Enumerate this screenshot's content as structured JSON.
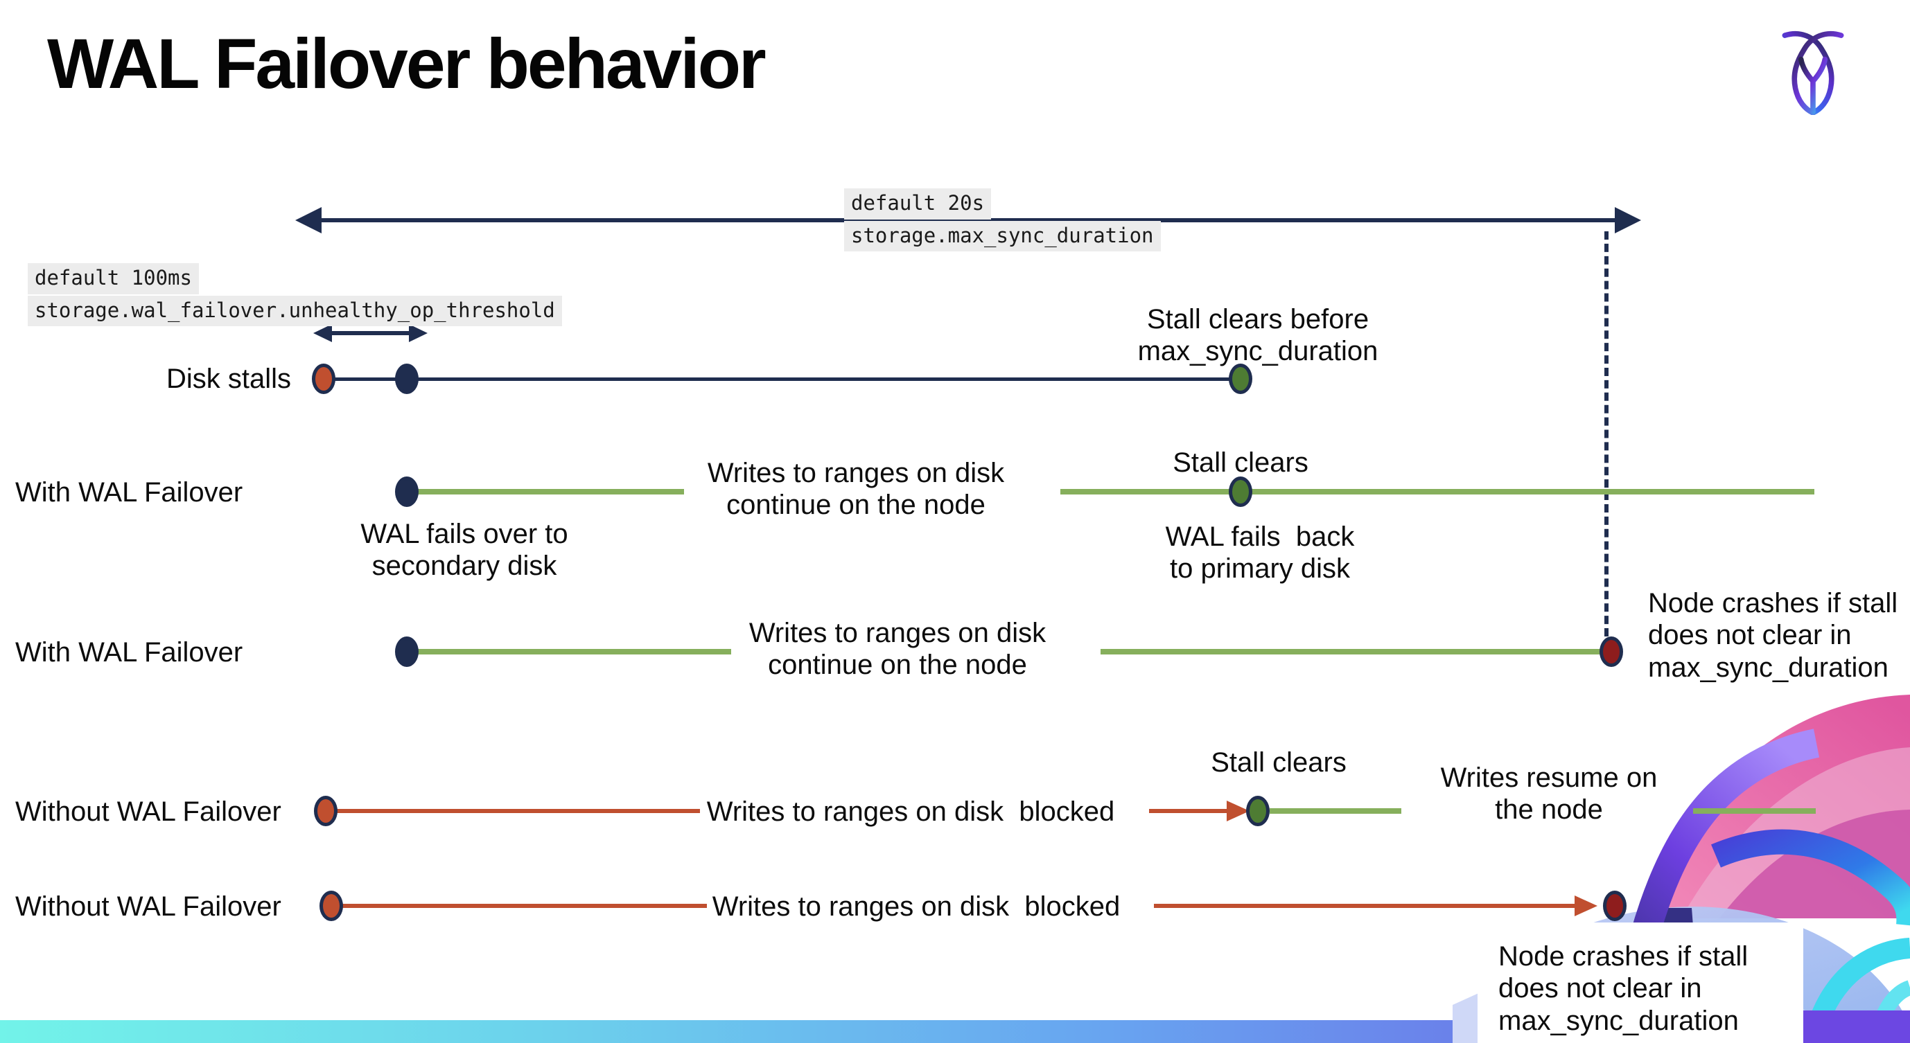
{
  "slide": {
    "title": "WAL Failover behavior"
  },
  "settings": {
    "max_sync_duration": {
      "default_label": "default 20s",
      "setting_name": "storage.max_sync_duration"
    },
    "unhealthy_op_threshold": {
      "default_label": "default 100ms",
      "setting_name": "storage.wal_failover.unhealthy_op_threshold"
    }
  },
  "rows": [
    {
      "label": "Disk stalls",
      "stall_clears_before": "Stall clears before\nmax_sync_duration"
    },
    {
      "label": "With WAL Failover",
      "fails_over": "WAL fails over to\nsecondary disk",
      "writes_continue": "Writes to ranges on disk\ncontinue on the node",
      "stall_clears": "Stall clears",
      "fails_back": "WAL fails  back\nto primary disk"
    },
    {
      "label": "With WAL Failover",
      "writes_continue": "Writes to ranges on disk\ncontinue on the node",
      "node_crashes": "Node crashes if stall\ndoes not clear in\nmax_sync_duration"
    },
    {
      "label": "Without WAL Failover",
      "writes_blocked": "Writes to ranges on disk  blocked",
      "stall_clears": "Stall clears",
      "writes_resume": "Writes resume on\nthe node"
    },
    {
      "label": "Without WAL Failover",
      "writes_blocked": "Writes to ranges on disk  blocked",
      "node_crashes": "Node crashes if stall\ndoes not clear in\nmax_sync_duration"
    }
  ],
  "icons": {
    "logo": "cockroachdb-logo"
  },
  "colors": {
    "navy": "#1f2d4f",
    "green_line": "#86af5c",
    "green_dot": "#4e7c33",
    "red": "#c04f2f",
    "dark_red": "#8e1d1d",
    "label_bg": "#ececec",
    "bar_gradient_start": "#72f3e9",
    "bar_gradient_end": "#7a4ae6"
  }
}
